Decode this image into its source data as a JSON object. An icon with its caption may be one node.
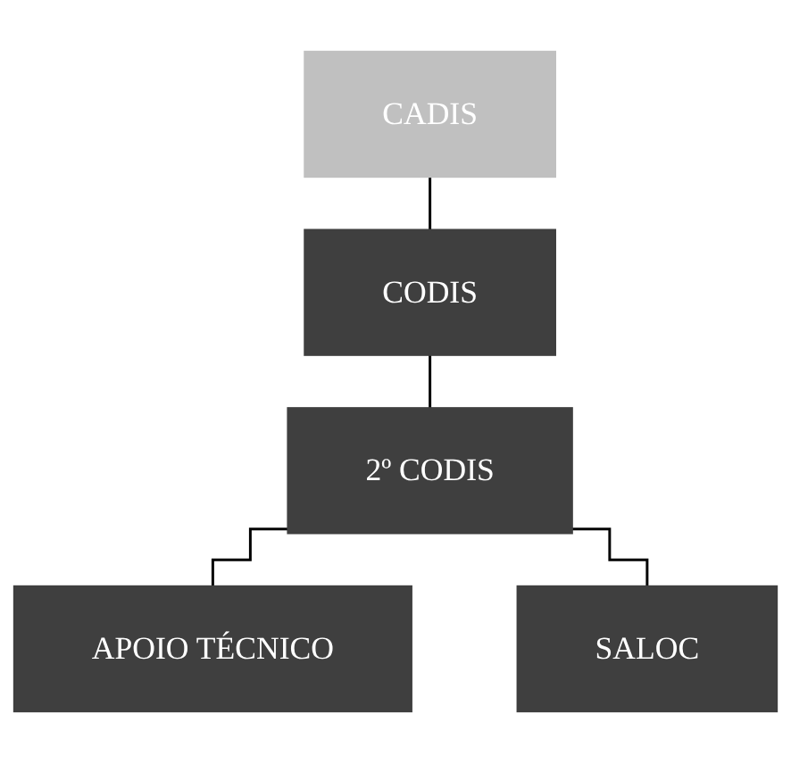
{
  "diagram": {
    "nodes": [
      {
        "text": [
          "CADIS"
        ]
      },
      {
        "text": [
          "CODIS"
        ]
      },
      {
        "text": [
          "2º CODIS"
        ]
      },
      {
        "text": [
          "APOIO TÉCNICO"
        ]
      },
      {
        "text": [
          "SALOC"
        ]
      }
    ],
    "edges": [
      {
        "from": 0,
        "to": 1,
        "arrow": "none"
      },
      {
        "from": 1,
        "to": 2,
        "arrow": "none"
      },
      {
        "from": 2,
        "to": 3,
        "arrow": "none"
      },
      {
        "from": 2,
        "to": 4,
        "arrow": "none"
      }
    ]
  }
}
